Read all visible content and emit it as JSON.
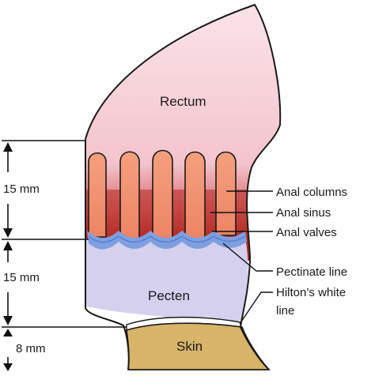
{
  "regions": {
    "rectum": "Rectum",
    "pecten": "Pecten",
    "skin": "Skin"
  },
  "labels": {
    "anal_columns": "Anal columns",
    "anal_sinus": "Anal sinus",
    "anal_valves": "Anal valves",
    "pectinate_line": "Pectinate line",
    "hiltons_line_1": "Hilton’s white",
    "hiltons_line_2": "line"
  },
  "measurements": {
    "upper": "15 mm",
    "middle": "15 mm",
    "lower": "8 mm"
  },
  "colors": {
    "rectum": "#f6cdd6",
    "columns_band": "#c0392b",
    "column_fill": "#ef8f6e",
    "valves": "#7e9fe0",
    "pecten": "#d5d0ee",
    "skin": "#d8b469",
    "outline": "#1a1a1a"
  }
}
